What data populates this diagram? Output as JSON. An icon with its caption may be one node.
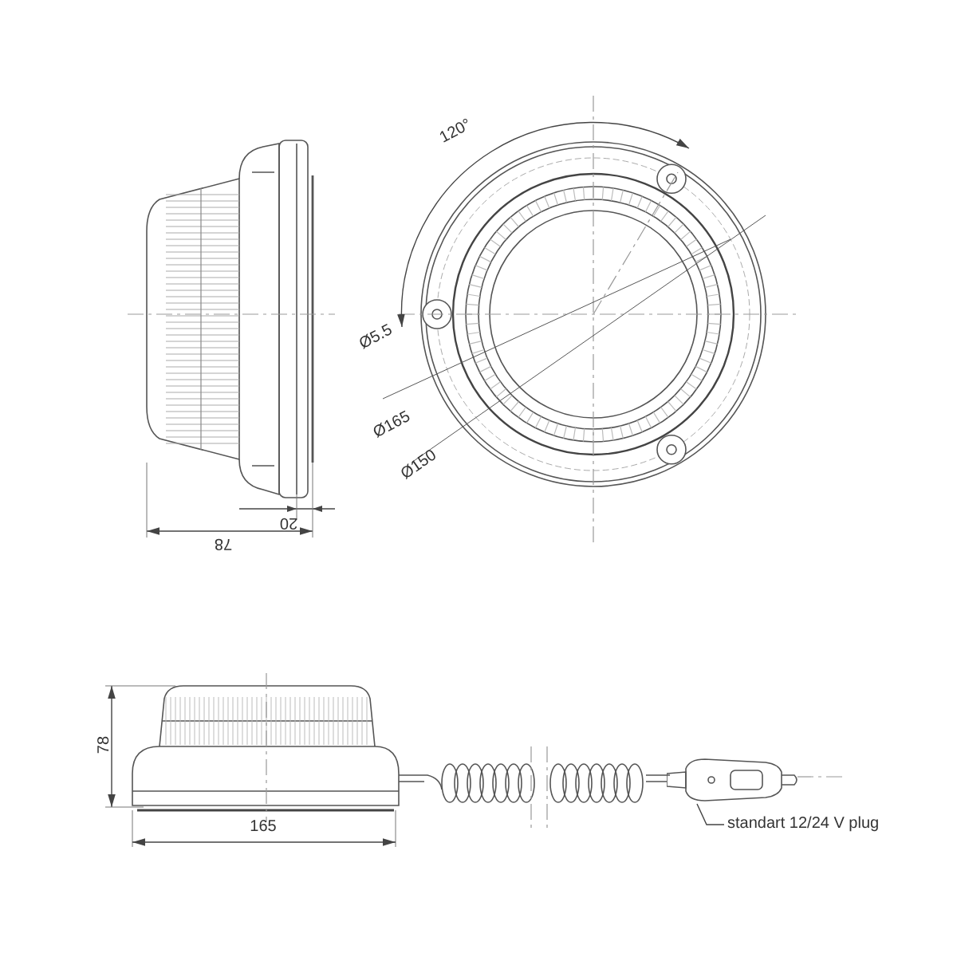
{
  "diagram": {
    "nodes": [
      {
        "text": [
          "standart 12/24 V plug"
        ]
      },
      {
        "text": [],
        "shape": "picture"
      }
    ],
    "edges": [
      {
        "from": 0,
        "to": 1,
        "arrow": "none"
      }
    ],
    "labels": [
      "78",
      "20",
      "120°",
      "Ø5.5",
      "Ø165",
      "Ø150",
      "78",
      "165"
    ]
  }
}
